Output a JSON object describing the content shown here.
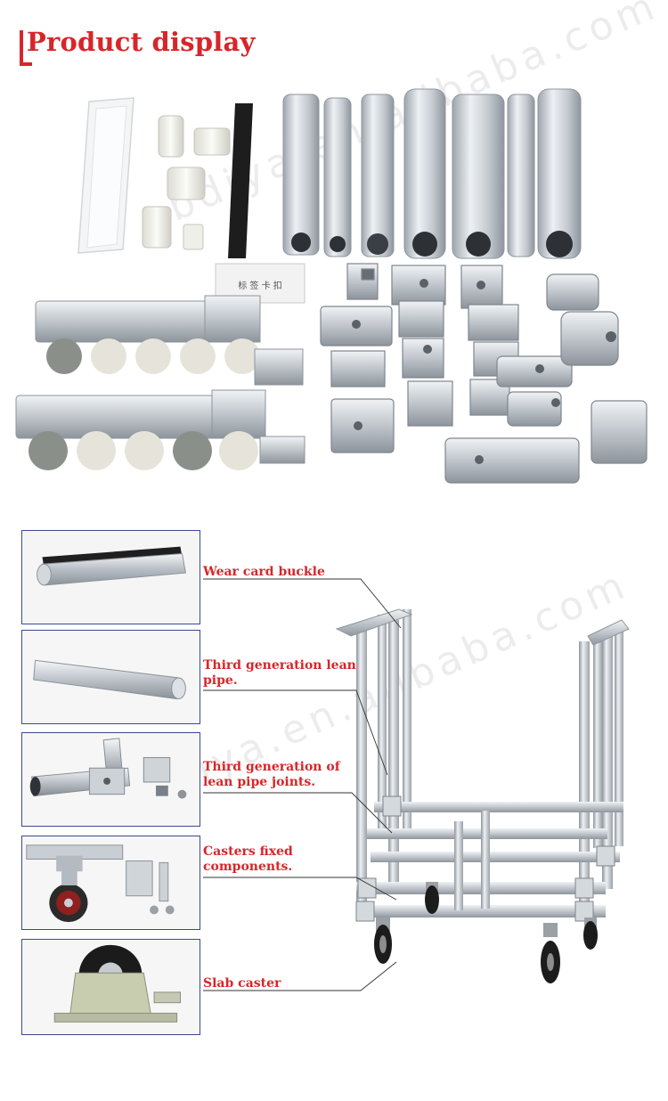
{
  "header": {
    "title": "Product display"
  },
  "watermark": {
    "text": "nbdiya.en.alibaba.com"
  },
  "parts_photo": {
    "tag_text": "标 签 卡 扣"
  },
  "components": [
    {
      "label_line1": "Wear card buckle",
      "label_line2": ""
    },
    {
      "label_line1": "Third generation lean",
      "label_line2": "pipe."
    },
    {
      "label_line1": "Third generation of",
      "label_line2": "lean pipe joints."
    },
    {
      "label_line1": "Casters fixed",
      "label_line2": "components."
    },
    {
      "label_line1": "Slab caster",
      "label_line2": ""
    }
  ],
  "colors": {
    "accent": "#d7262a",
    "frame_border": "#3b4a8c",
    "aluminum": "#c9ced4"
  },
  "icons": [
    "lean-pipe-icon",
    "pipe-joint-icon",
    "caster-icon",
    "cart-icon"
  ]
}
